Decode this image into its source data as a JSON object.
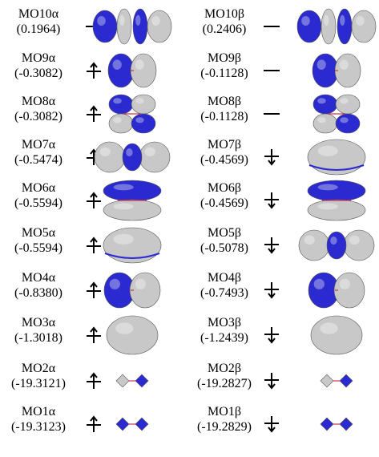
{
  "colors": {
    "blue_lobe": "#2a2ad0",
    "grey_lobe": "#c8c8c8",
    "bond": "#d03050"
  },
  "alpha": [
    {
      "name": "MO10α",
      "energy": "(0.1964)",
      "occupation": "empty",
      "orbital_icon": "sigma-star-pz-orbital-icon"
    },
    {
      "name": "MO9α",
      "energy": "(-0.3082)",
      "occupation": "up",
      "orbital_icon": "pi-star-orbital-icon"
    },
    {
      "name": "MO8α",
      "energy": "(-0.3082)",
      "occupation": "up",
      "orbital_icon": "pi-star-four-lobe-orbital-icon"
    },
    {
      "name": "MO7α",
      "energy": "(-0.5474)",
      "occupation": "up",
      "orbital_icon": "sigma-pz-orbital-icon"
    },
    {
      "name": "MO6α",
      "energy": "(-0.5594)",
      "occupation": "up",
      "orbital_icon": "pi-bonding-orbital-icon"
    },
    {
      "name": "MO5α",
      "energy": "(-0.5594)",
      "occupation": "up",
      "orbital_icon": "pi-bonding-side-orbital-icon"
    },
    {
      "name": "MO4α",
      "energy": "(-0.8380)",
      "occupation": "up",
      "orbital_icon": "sigma-star-2s-orbital-icon"
    },
    {
      "name": "MO3α",
      "energy": "(-1.3018)",
      "occupation": "up",
      "orbital_icon": "sigma-2s-orbital-icon"
    },
    {
      "name": "MO2α",
      "energy": "(-19.3121)",
      "occupation": "up",
      "orbital_icon": "sigma-star-1s-orbital-icon"
    },
    {
      "name": "MO1α",
      "energy": "(-19.3123)",
      "occupation": "up",
      "orbital_icon": "sigma-1s-orbital-icon"
    }
  ],
  "beta": [
    {
      "name": "MO10β",
      "energy": "(0.2406)",
      "occupation": "empty",
      "orbital_icon": "sigma-star-pz-orbital-icon"
    },
    {
      "name": "MO9β",
      "energy": "(-0.1128)",
      "occupation": "empty",
      "orbital_icon": "pi-star-orbital-icon"
    },
    {
      "name": "MO8β",
      "energy": "(-0.1128)",
      "occupation": "empty",
      "orbital_icon": "pi-star-four-lobe-orbital-icon"
    },
    {
      "name": "MO7β",
      "energy": "(-0.4569)",
      "occupation": "down",
      "orbital_icon": "pi-bonding-side-orbital-icon"
    },
    {
      "name": "MO6β",
      "energy": "(-0.4569)",
      "occupation": "down",
      "orbital_icon": "pi-bonding-orbital-icon"
    },
    {
      "name": "MO5β",
      "energy": "(-0.5078)",
      "occupation": "down",
      "orbital_icon": "sigma-pz-orbital-icon"
    },
    {
      "name": "MO4β",
      "energy": "(-0.7493)",
      "occupation": "down",
      "orbital_icon": "sigma-star-2s-orbital-icon"
    },
    {
      "name": "MO3β",
      "energy": "(-1.2439)",
      "occupation": "down",
      "orbital_icon": "sigma-2s-orbital-icon"
    },
    {
      "name": "MO2β",
      "energy": "(-19.2827)",
      "occupation": "down",
      "orbital_icon": "sigma-star-1s-orbital-icon"
    },
    {
      "name": "MO1β",
      "energy": "(-19.2829)",
      "occupation": "down",
      "orbital_icon": "sigma-1s-orbital-icon"
    }
  ]
}
